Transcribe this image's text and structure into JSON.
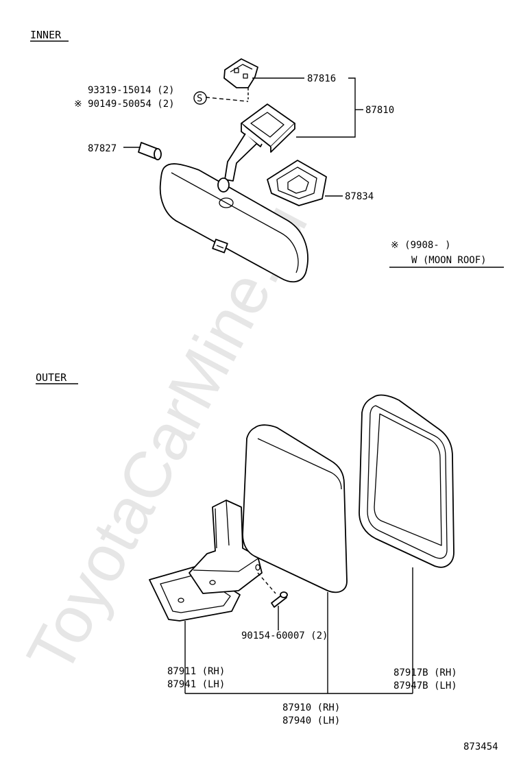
{
  "watermark": "ToyotaCarMine.ru",
  "sections": {
    "inner": "INNER",
    "outer": "OUTER"
  },
  "inner_labels": {
    "p93319": "93319-15014 (2)",
    "p90149": "※ 90149-50054 (2)",
    "p87816": "87816",
    "p87810": "87810",
    "p87827": "87827",
    "p87834": "87834",
    "s_symbol": "S",
    "note_line1": "※ (9908-       )",
    "note_line2": "W (MOON  ROOF)"
  },
  "outer_labels": {
    "p90154": "90154-60007 (2)",
    "p87911": "87911 (RH)",
    "p87941": "87941 (LH)",
    "p87917": "87917B (RH)",
    "p87947": "87947B (LH)",
    "p87910": "87910 (RH)",
    "p87940": "87940 (LH)"
  },
  "figure_number": "873454"
}
